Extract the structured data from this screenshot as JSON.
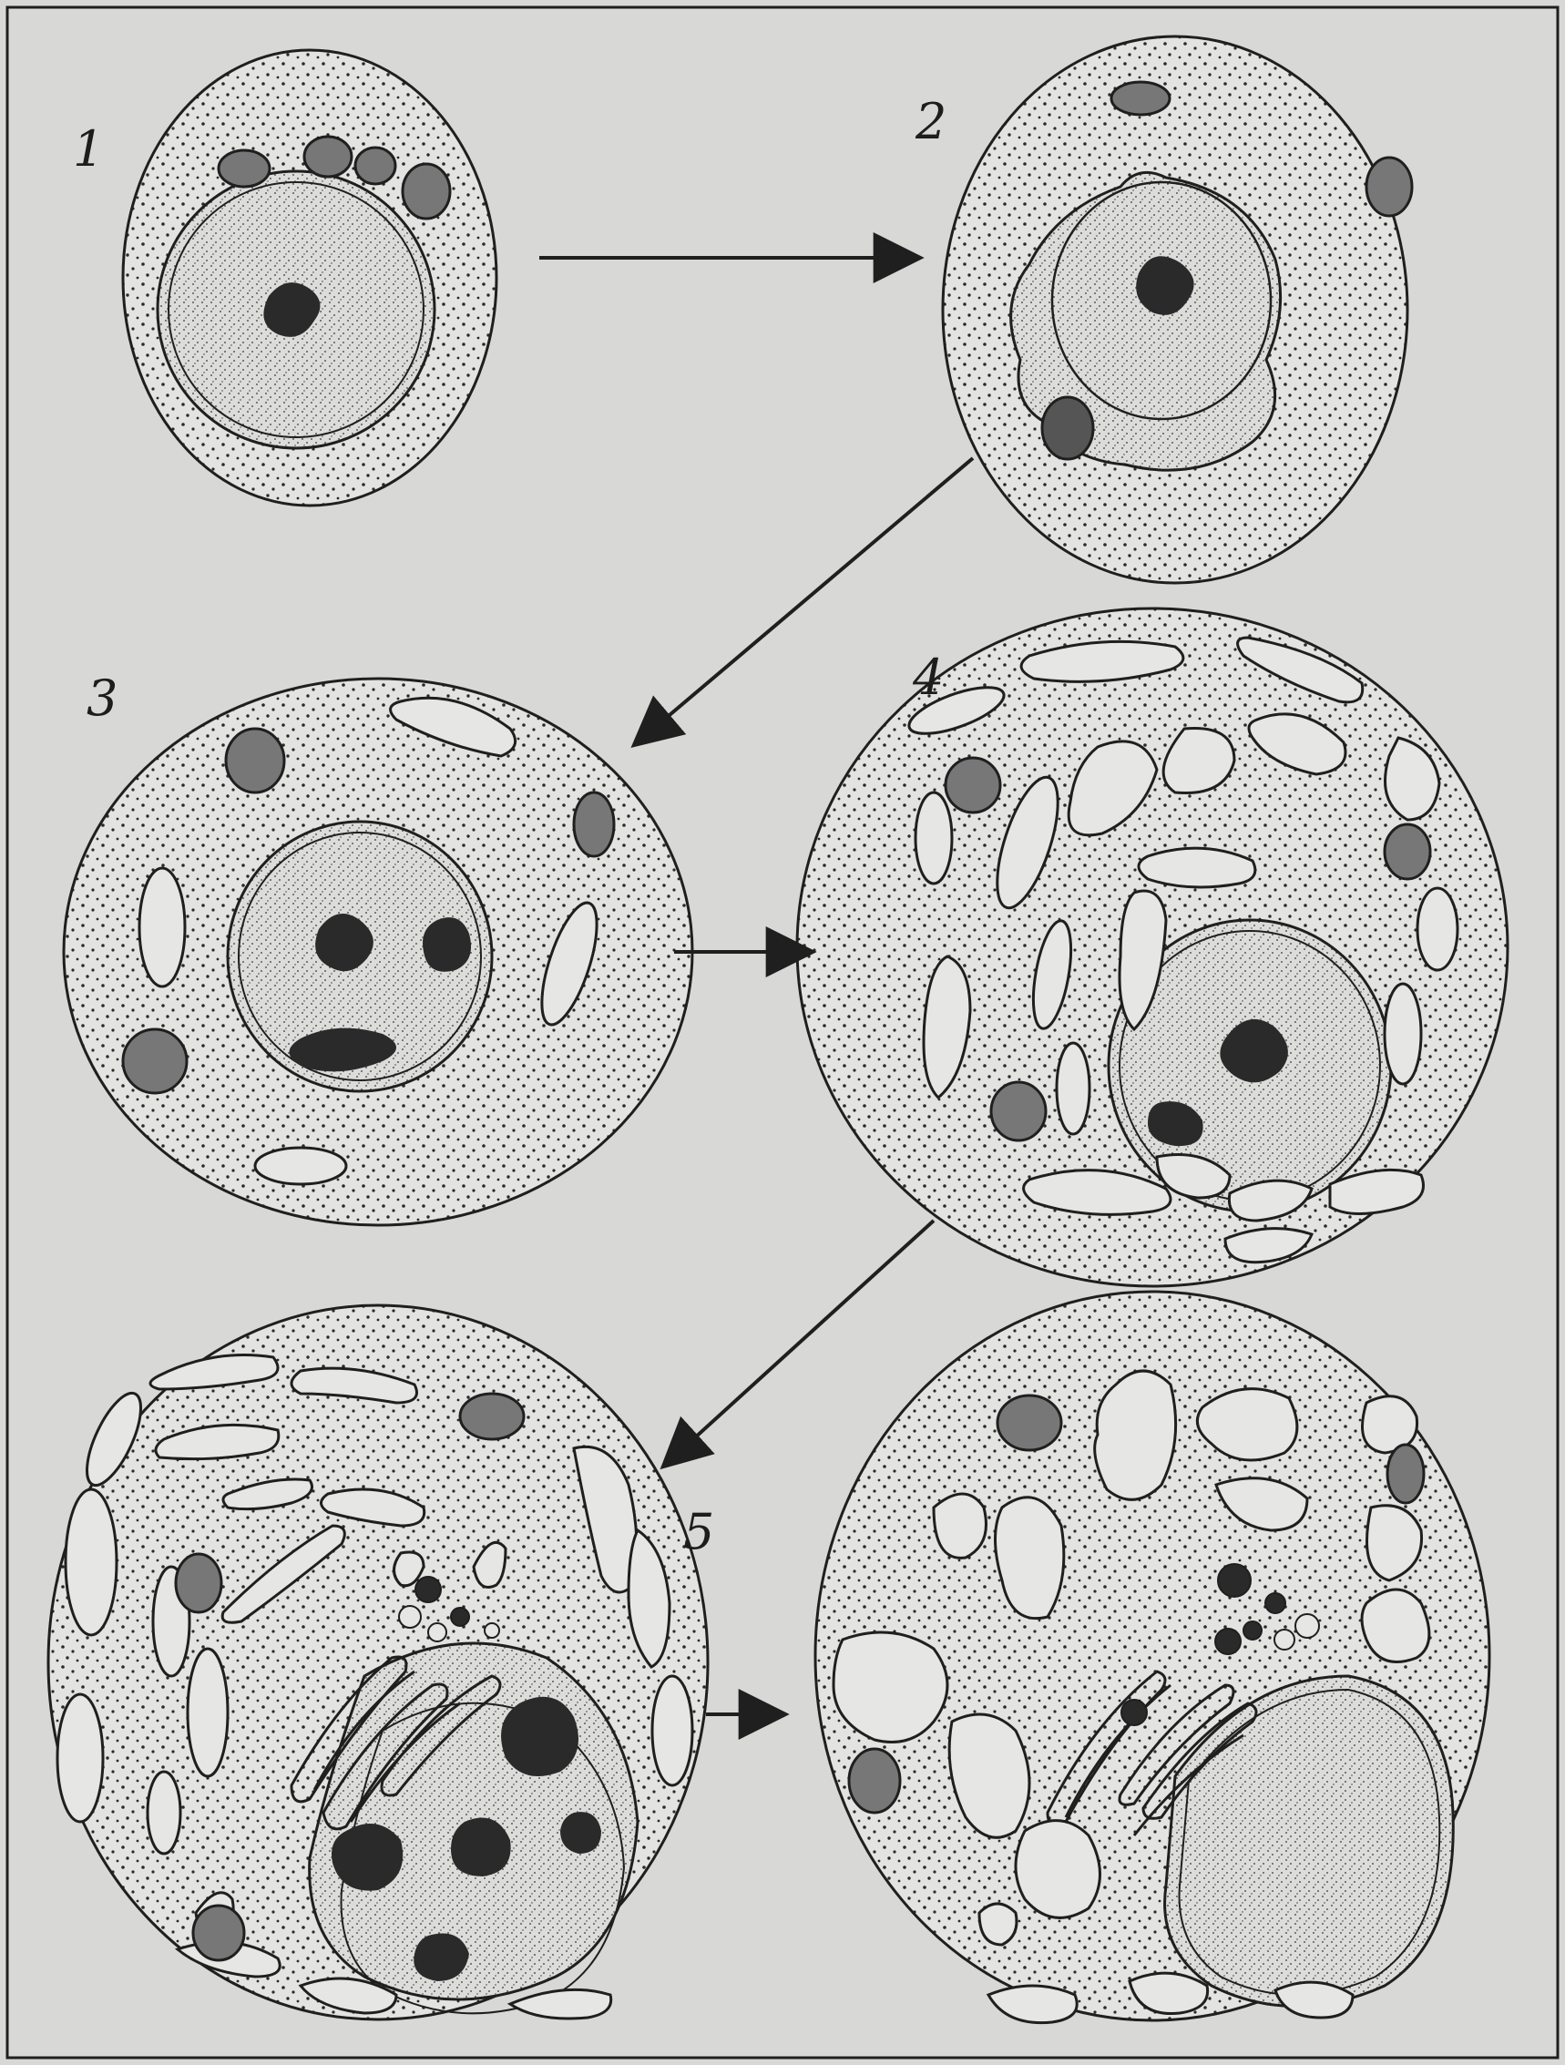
{
  "figure": {
    "stage_labels": [
      "1",
      "2",
      "3",
      "4",
      "5"
    ],
    "colors": {
      "background": "#d8d8d6",
      "paper": "#e3e3e1",
      "ink": "#1f1f1f",
      "nucleolus": "#2a2a2a"
    },
    "stages": [
      {
        "id": 1,
        "label": "1",
        "contents": [
          "nucleus",
          "nucleolus",
          "mitochondria"
        ]
      },
      {
        "id": 2,
        "label": "2",
        "contents": [
          "nucleus",
          "nucleolus",
          "mitochondria",
          "nuclear-envelope-outgrowths"
        ]
      },
      {
        "id": 3,
        "label": "3",
        "contents": [
          "nucleus",
          "nucleoli",
          "mitochondria",
          "rough-er-vesicles"
        ]
      },
      {
        "id": 4,
        "label": "4",
        "contents": [
          "nucleus",
          "nucleoli",
          "mitochondria",
          "rough-er-cisternae"
        ]
      },
      {
        "id": 5,
        "label": "5",
        "contents": [
          "nucleus",
          "nucleoli",
          "mitochondria",
          "rough-er-cisternae",
          "golgi-complex"
        ]
      },
      {
        "id": 6,
        "label": "",
        "contents": [
          "nucleus",
          "mitochondria",
          "dilated-er-cisternae",
          "golgi-complex",
          "secretory-granules"
        ]
      }
    ]
  }
}
